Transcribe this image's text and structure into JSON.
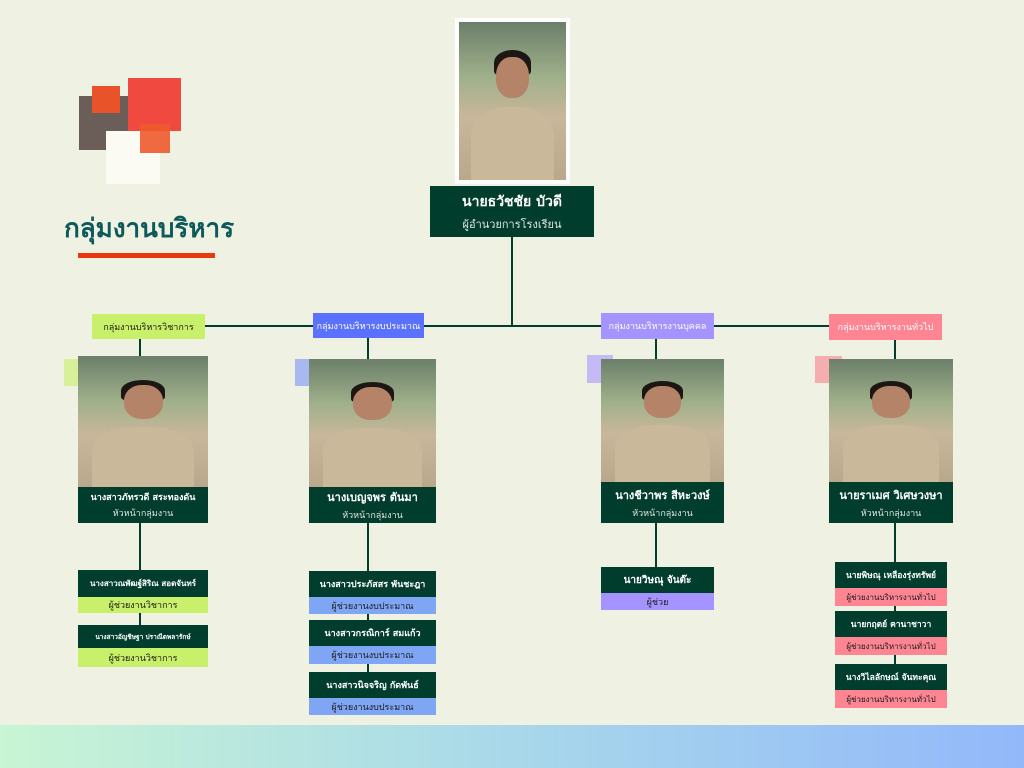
{
  "title": "กลุ่มงานบริหาร",
  "colors": {
    "dark": "#003d2d",
    "academic": "#c8f06a",
    "budget": "#5a72ff",
    "budget_role": "#7fa6f5",
    "personnel": "#a594ff",
    "general": "#ff8593",
    "accent": "#e8390e"
  },
  "director": {
    "name": "นายธวัชชัย  บัวดี",
    "role": "ผู้อำนวยการโรงเรียน"
  },
  "groups": [
    {
      "label": "กลุ่มงานบริหารวิชาการ",
      "head": {
        "name": "นางสาวภัทรวดี  สระทองดัน",
        "role": "หัวหน้ากลุ่มงาน"
      },
      "members": [
        {
          "name": "นางสาวณพัฒฐ์สิริณ  สอดจันทร์",
          "role": "ผู้ช่วยงานวิชาการ"
        },
        {
          "name": "นางสาวอัญชิษฐา ปราณีตพลารักษ์",
          "role": "ผู้ช่วยงานวิชาการ"
        }
      ]
    },
    {
      "label": "กลุ่มงานบริหารงบประมาณ",
      "head": {
        "name": "นางเบญจพร  ตันมา",
        "role": "หัวหน้ากลุ่มงาน"
      },
      "members": [
        {
          "name": "นางสาวประภัสสร  พันชะฎา",
          "role": "ผู้ช่วยงานงบประมาณ"
        },
        {
          "name": "นางสาวกรณิการ์  สมแก้ว",
          "role": "ผู้ช่วยงานงบประมาณ"
        },
        {
          "name": "นางสาวนิจจริญ  กัดพันธ์",
          "role": "ผู้ช่วยงานงบประมาณ"
        }
      ]
    },
    {
      "label": "กลุ่มงานบริหารงานบุคคล",
      "head": {
        "name": "นางชีวาพร  สีหะวงษ์",
        "role": "หัวหน้ากลุ่มงาน"
      },
      "members": [
        {
          "name": "นายวิษณุ  จันต๊ะ",
          "role": "ผู้ช่วย"
        }
      ]
    },
    {
      "label": "กลุ่มงานบริหารงานทั่วไป",
      "head": {
        "name": "นายราเมศ  วิเศษวงษา",
        "role": "หัวหน้ากลุ่มงาน"
      },
      "members": [
        {
          "name": "นายพิษณุ เหลืองรุ่งทรัพย์",
          "role": "ผู้ช่วยงานบริหารงานทั่วไป"
        },
        {
          "name": "นายกฤตย์ คานาชาวา",
          "role": "ผู้ช่วยงานบริหารงานทั่วไป"
        },
        {
          "name": "นางวิไลลักษณ์ จันทะคุณ",
          "role": "ผู้ช่วยงานบริหารงานทั่วไป"
        }
      ]
    }
  ]
}
